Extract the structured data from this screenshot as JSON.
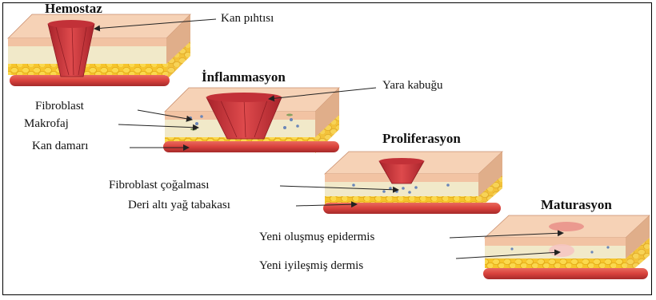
{
  "stages": [
    {
      "title": "Hemostaz"
    },
    {
      "title": "İnflammasyon"
    },
    {
      "title": "Proliferasyon"
    },
    {
      "title": "Maturasyon"
    }
  ],
  "labels": {
    "kan_pihtisi": "Kan pıhtısı",
    "yara_kabugu": "Yara kabuğu",
    "fibroblast": "Fibroblast",
    "makrofaj": "Makrofaj",
    "kan_damari": "Kan damarı",
    "fibroblast_cogalmasi": "Fibroblast çoğalması",
    "deri_alti_yag": "Deri altı yağ tabakası",
    "yeni_epidermis": "Yeni oluşmuş epidermis",
    "yeni_dermis": "Yeni iyileşmiş dermis"
  },
  "colors": {
    "epidermis": "#f2c3a3",
    "dermis": "#f1e9c9",
    "fat": "#f6c52c",
    "fat_dark": "#e0a816",
    "vessel": "#d9413c",
    "wound": "#d23a3f",
    "wound_dark": "#9e1f27",
    "side": "#e0ae8a"
  }
}
